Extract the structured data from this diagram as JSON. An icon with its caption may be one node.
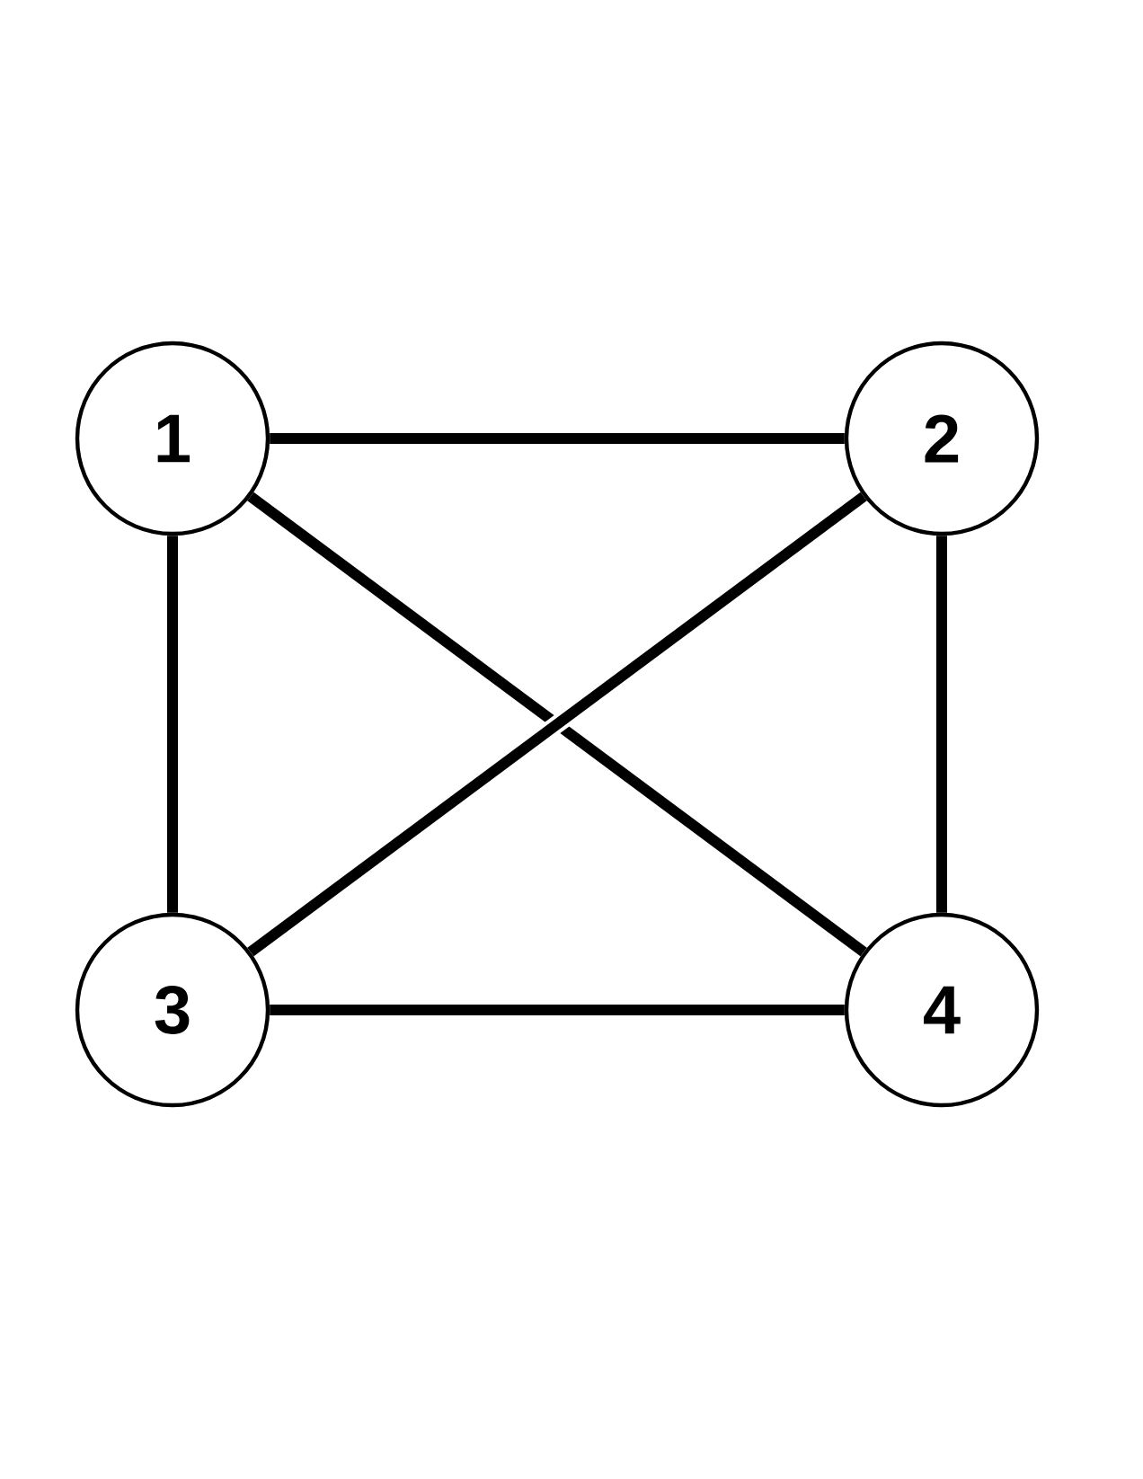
{
  "diagram": {
    "nodes": [
      {
        "text": [
          "1"
        ]
      },
      {
        "text": [
          "2"
        ]
      },
      {
        "text": [
          "3"
        ]
      },
      {
        "text": [
          "4"
        ]
      }
    ],
    "edges": [
      {
        "from": 0,
        "to": 1,
        "arrow": "none"
      },
      {
        "from": 0,
        "to": 2,
        "arrow": "none"
      },
      {
        "from": 0,
        "to": 3,
        "arrow": "none"
      },
      {
        "from": 1,
        "to": 2,
        "arrow": "none"
      },
      {
        "from": 1,
        "to": 3,
        "arrow": "none"
      },
      {
        "from": 2,
        "to": 3,
        "arrow": "none"
      }
    ]
  }
}
